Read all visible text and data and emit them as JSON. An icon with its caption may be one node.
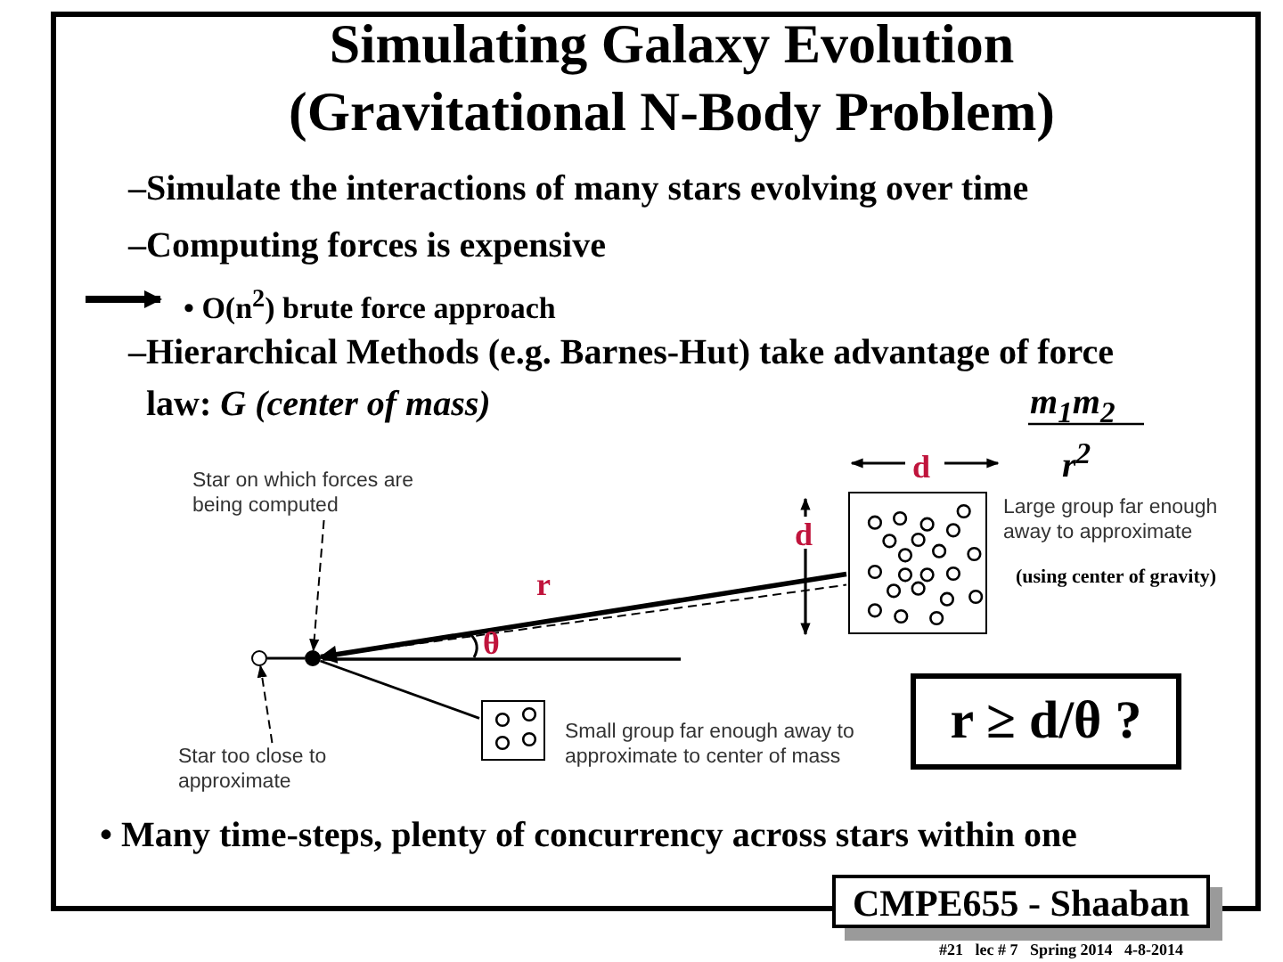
{
  "diagram": {
    "title": "Simulating Galaxy Evolution (Gravitational N-Body Problem)",
    "nodes": [
      {
        "text": [
          "Star on which forces are being computed"
        ]
      },
      {
        "text": [],
        "shape": "circle"
      },
      {
        "text": [],
        "shape": "circle"
      },
      {
        "text": [
          "Star too close to approximate"
        ]
      },
      {
        "text": [],
        "shape": "box",
        "beside": [
          "Large group far enough away to approximate",
          "(using center of gravity)"
        ]
      },
      {
        "text": [],
        "shape": "box",
        "beside": [
          "Small group far enough away to approximate to center of mass"
        ]
      },
      {
        "text": [
          "r ≥ d/θ ?"
        ]
      },
      {
        "text": [
          "CMPE655 - Shaaban"
        ]
      }
    ],
    "edges": [
      {
        "from": 0,
        "to": 2,
        "arrow": "to",
        "style": "dashed"
      },
      {
        "from": 3,
        "to": 1,
        "arrow": "to",
        "style": "dashed"
      },
      {
        "from": 1,
        "to": 2,
        "arrow": "none"
      },
      {
        "from": 4,
        "to": 2,
        "arrow": "to",
        "label": "r",
        "style": "thick"
      },
      {
        "from": 2,
        "to": 4,
        "arrow": "none",
        "style": "dashed"
      },
      {
        "from": 2,
        "to": 5,
        "arrow": "none"
      }
    ],
    "labels": [
      "–Simulate the interactions of many stars evolving over time",
      "–Computing forces is expensive",
      "• O(n$^{2}$) brute force approach",
      "–Hierarchical Methods (e.g. Barnes-Hut) take advantage of force law: *G (center of mass)*",
      "m$_{1}$m$_{2}$",
      "r$^{2}$",
      "d",
      "d",
      "θ",
      "• Many time-steps, plenty of concurrency across stars within one",
      "#21   lec # 7   Spring 2014   4-8-2014"
    ]
  }
}
